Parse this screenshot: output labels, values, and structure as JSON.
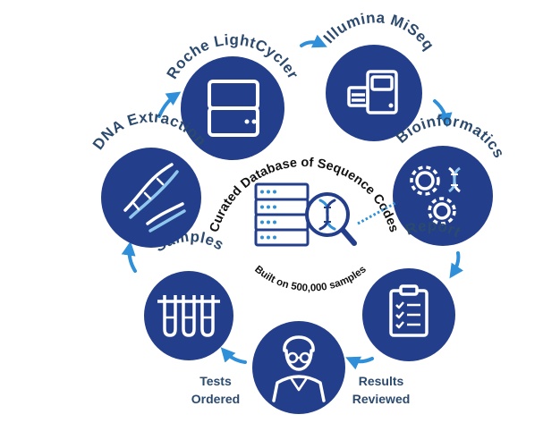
{
  "colors": {
    "node_fill": "#233e8b",
    "arrow": "#2f8fd8",
    "label": "#2c4a6e",
    "center_text": "#111111"
  },
  "center": {
    "title": "Curated Database of Sequence Codes",
    "subtitle": "Built on 500,000 samples",
    "icon": "database-magnifier-dna-icon"
  },
  "nodes": [
    {
      "id": "roche",
      "label": "Roche LightCycler",
      "icon": "server-icon"
    },
    {
      "id": "miseq",
      "label": "Illumina MiSeq",
      "icon": "sequencer-instrument-icon"
    },
    {
      "id": "bioinformatics",
      "label": "Bioinformatics",
      "icon": "gears-dna-icon"
    },
    {
      "id": "report",
      "label": "Report",
      "icon": "clipboard-checklist-icon"
    },
    {
      "id": "scientist",
      "label": "",
      "icon": "scientist-icon"
    },
    {
      "id": "samples",
      "label": "Samples",
      "icon": "test-tubes-icon"
    },
    {
      "id": "dna",
      "label": "DNA Extraction",
      "icon": "dna-helix-icon"
    }
  ],
  "side_labels": {
    "tests_line1": "Tests",
    "tests_line2": "Ordered",
    "results_line1": "Results",
    "results_line2": "Reviewed"
  }
}
